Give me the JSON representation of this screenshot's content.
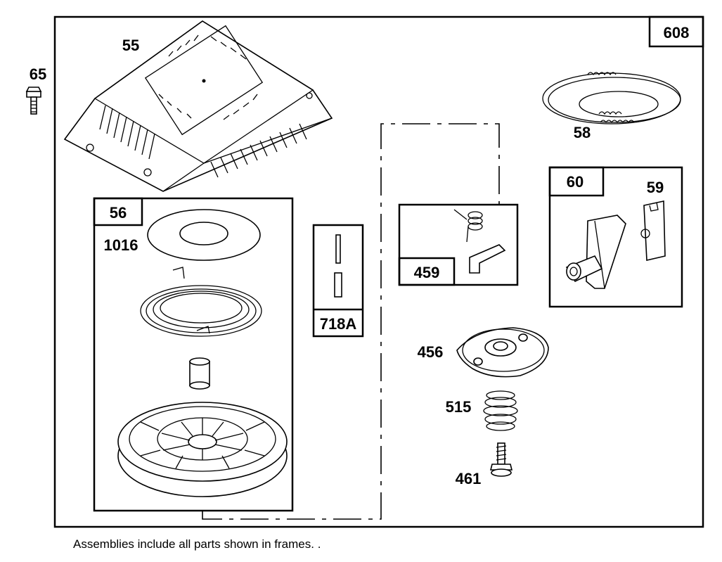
{
  "diagram": {
    "labels": {
      "p55": "55",
      "p65": "65",
      "p608": "608",
      "p58": "58",
      "p56": "56",
      "p1016": "1016",
      "p718a": "718A",
      "p459": "459",
      "p60": "60",
      "p59": "59",
      "p456": "456",
      "p515": "515",
      "p461": "461"
    },
    "footnote": "Assemblies include all parts shown in frames. ."
  }
}
